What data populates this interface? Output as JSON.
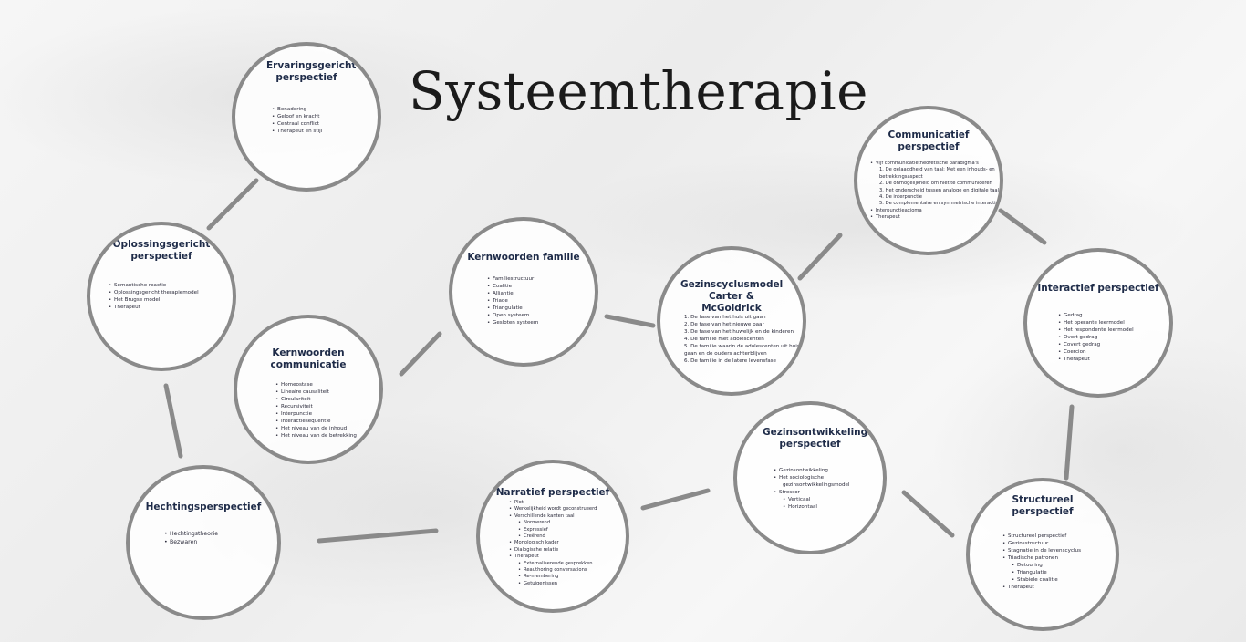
{
  "title": "Systeemtherapie",
  "nodes": {
    "ervaringsgericht": {
      "title": "Ervaringsgericht perspectief",
      "items": [
        {
          "text": "Benadering"
        },
        {
          "text": "Geloof en kracht"
        },
        {
          "text": "Centraal conflict"
        },
        {
          "text": "Therapeut en stijl"
        }
      ]
    },
    "oplossingsgericht": {
      "title": "Oplossingsgericht perspectief",
      "items": [
        {
          "text": "Semantische reactie"
        },
        {
          "text": "Oplossingsgericht therapiemodel"
        },
        {
          "text": "Het Brugse model"
        },
        {
          "text": "Therapeut"
        }
      ]
    },
    "kernwoorden_communicatie": {
      "title": "Kernwoorden communicatie",
      "items": [
        {
          "text": "Homeostase"
        },
        {
          "text": "Lineaire causaliteit"
        },
        {
          "text": "Circulariteit"
        },
        {
          "text": "Recursiviteit"
        },
        {
          "text": "Interpunctie"
        },
        {
          "text": "Interactiesequentie"
        },
        {
          "text": "Het niveau van de inhoud"
        },
        {
          "text": "Het niveau van de betrekking"
        }
      ]
    },
    "kernwoorden_familie": {
      "title": "Kernwoorden familie",
      "items": [
        {
          "text": "Familiestructuur"
        },
        {
          "text": "Coalitie"
        },
        {
          "text": "Alliantie"
        },
        {
          "text": "Triade"
        },
        {
          "text": "Triangulatie"
        },
        {
          "text": "Open systeem"
        },
        {
          "text": "Gesloten systeem"
        }
      ]
    },
    "gezinscyclusmodel": {
      "title": "Gezinscyclusmodel Carter & McGoldrick",
      "items": [
        {
          "text": "1. De fase van het huis uit gaan"
        },
        {
          "text": "2. De fase van het nieuwe paar"
        },
        {
          "text": "3. De fase van het huwelijk en de kinderen"
        },
        {
          "text": "4. De familie met adolescenten"
        },
        {
          "text": "5. De familie waarin de adolescenten uit huis"
        },
        {
          "text": "gaan en de ouders achterblijven"
        },
        {
          "text": "6. De familie in de latere levensfase"
        }
      ]
    },
    "communicatief": {
      "title": "Communicatief perspectief",
      "items": [
        {
          "text": "Vijf communicatietheoretische paradigma's"
        },
        {
          "text": "1. De gelaagdheid van taal: Met een inhouds- en",
          "sub": true
        },
        {
          "text": "betrekkingsaspect",
          "sub": true
        },
        {
          "text": "2. De onmogelijkheid om niet te communiceren",
          "sub": true
        },
        {
          "text": "3. Het onderscheid tussen analoge en digitale taal",
          "sub": true
        },
        {
          "text": "4. De interpunctie",
          "sub": true
        },
        {
          "text": "5. De complementaire en symmetrische interactie",
          "sub": true
        },
        {
          "text": "Interpunctieaxioma"
        },
        {
          "text": "Therapeut"
        }
      ]
    },
    "interactief": {
      "title": "Interactief perspectief",
      "items": [
        {
          "text": "Gedrag"
        },
        {
          "text": "Het operante leermodel"
        },
        {
          "text": "Het respondente leermodel"
        },
        {
          "text": "Overt gedrag"
        },
        {
          "text": "Covert gedrag"
        },
        {
          "text": "Coercion"
        },
        {
          "text": "Therapeut"
        }
      ]
    },
    "hechtings": {
      "title": "Hechtingsperspectief",
      "items": [
        {
          "text": "Hechtingstheorie"
        },
        {
          "text": "Bezwaren"
        }
      ]
    },
    "narratief": {
      "title": "Narratief perspectief",
      "items": [
        {
          "text": "Plot"
        },
        {
          "text": "Werkelijkheid wordt geconstrueerd"
        },
        {
          "text": "Verschillende kanten taal"
        },
        {
          "text": "Normerend",
          "sub": true
        },
        {
          "text": "Expressief",
          "sub": true
        },
        {
          "text": "Creërend",
          "sub": true
        },
        {
          "text": "Monologisch kader"
        },
        {
          "text": "Dialogische relatie"
        },
        {
          "text": "Therapeut"
        },
        {
          "text": "Externaliserende gesprekken",
          "sub": true
        },
        {
          "text": "Reauthoring conversations",
          "sub": true
        },
        {
          "text": "Re-membering",
          "sub": true
        },
        {
          "text": "Getuigenissen",
          "sub": true
        }
      ]
    },
    "gezinsontwikkelings": {
      "title": "Gezinsontwikkelings-perspectief",
      "items": [
        {
          "text": "Gezinsontwikkeling"
        },
        {
          "text": "Het sociologische"
        },
        {
          "text": "gezinsontwikkelingsmodel",
          "sub": true
        },
        {
          "text": "Stressor"
        },
        {
          "text": "Verticaal",
          "sub": true
        },
        {
          "text": "Horizontaal",
          "sub": true
        }
      ]
    },
    "structureel": {
      "title": "Structureel perspectief",
      "items": [
        {
          "text": "Structureel perspectief"
        },
        {
          "text": "Gezinsstructuur"
        },
        {
          "text": "Stagnatie in de levenscyclus"
        },
        {
          "text": "Triadische patronen"
        },
        {
          "text": "Detouring",
          "sub": true
        },
        {
          "text": "Triangulatie",
          "sub": true
        },
        {
          "text": "Stabiele coalitie",
          "sub": true
        },
        {
          "text": "Therapeut"
        }
      ]
    }
  },
  "colors": {
    "node_border": "#8a8a8a",
    "connector": "#8a8a8a",
    "node_title": "#1e2b48",
    "title": "#1b1b1b"
  }
}
